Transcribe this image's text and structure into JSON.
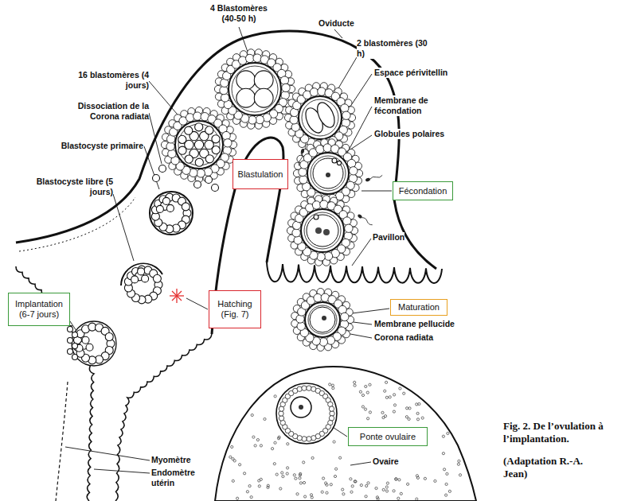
{
  "diagram": {
    "caption": "Fig. 2. De l’ovulation à l’implantation.",
    "nodes": [
      {
        "text": [
          "Blastulation"
        ]
      },
      {
        "text": [
          "Fécondation"
        ]
      },
      {
        "text": [
          "Hatching (Fig. 7)"
        ]
      },
      {
        "text": [
          "Implantation (6-7 jours)"
        ]
      },
      {
        "text": [
          "Maturation"
        ]
      },
      {
        "text": [
          "Ponte ovulaire"
        ]
      }
    ],
    "labels": [
      "4 Blastomères (40-50 h)",
      "Oviducte",
      "2 blastomères (30 h)",
      "Espace périvitellin",
      "16 blastomères (4 jours)",
      "Membrane de fécondation",
      "Dissociation de la Corona radiata",
      "Globules polaires",
      "Blastocyste primaire",
      "Blastocyste libre (5 jours)",
      "Pavillon",
      "Membrane pellucide",
      "Corona radiata",
      "Ovaire",
      "Myomètre",
      "Endomètre utérin",
      "(Adaptation R.-A. Jean)"
    ]
  }
}
